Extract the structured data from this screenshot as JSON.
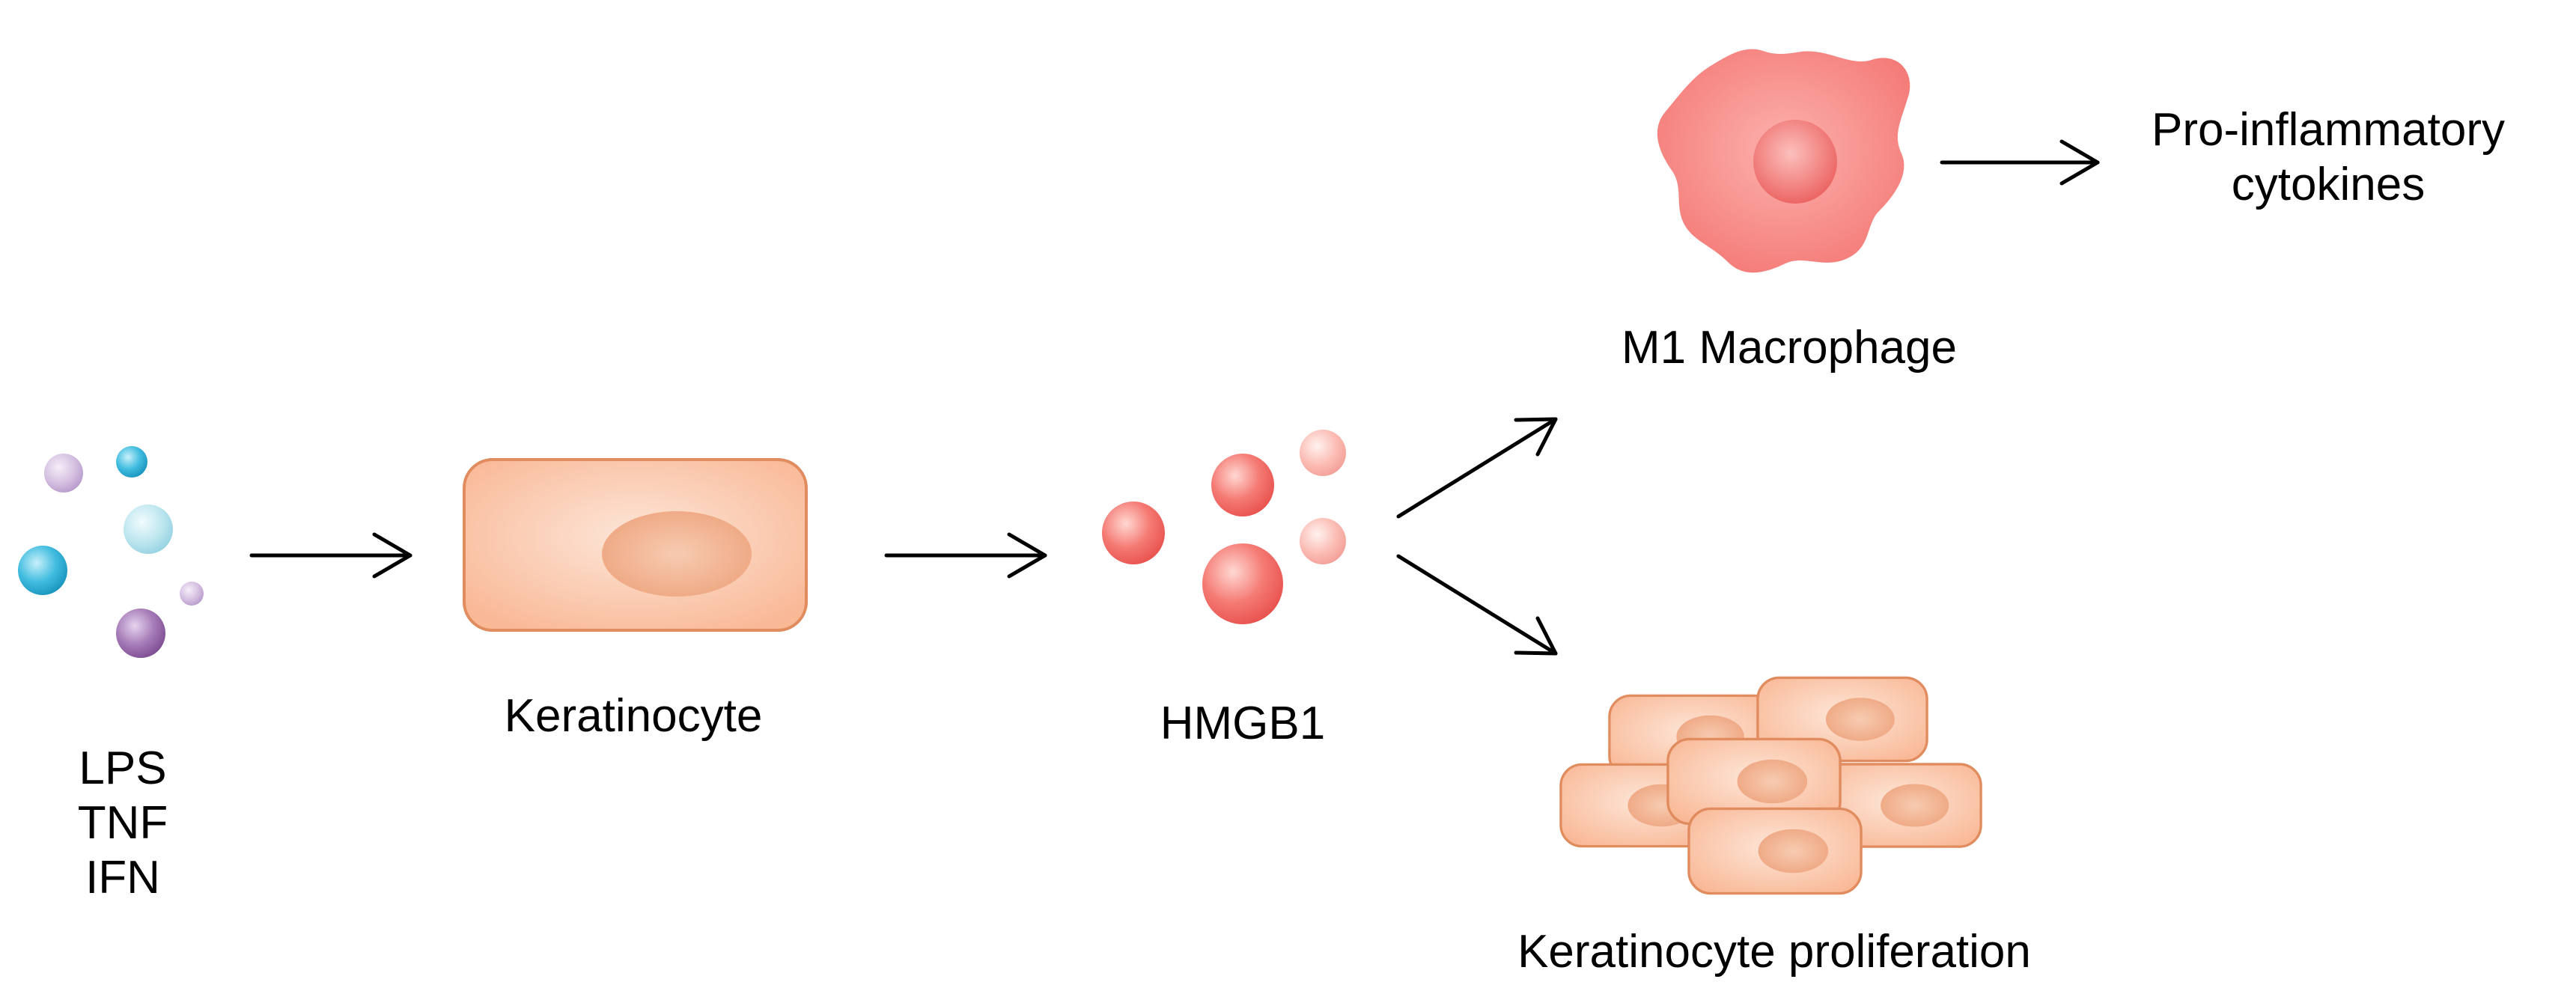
{
  "stimuli": {
    "lines": [
      "LPS",
      "TNF",
      "IFN"
    ]
  },
  "keratinocyte": {
    "label": "Keratinocyte"
  },
  "hmgb1": {
    "label": "HMGB1"
  },
  "macrophage": {
    "label": "M1 Macrophage"
  },
  "cytokines": {
    "lines": [
      "Pro-inflammatory",
      "cytokines"
    ]
  },
  "proliferation": {
    "label": "Keratinocyte proliferation"
  },
  "colors": {
    "arrow": "#000000",
    "cell_fill": "#fbc3a3",
    "cell_stroke": "#e0895a",
    "nucleus": "#f0a27a",
    "macrophage_fill": "#f47d7b",
    "macrophage_nucleus": "#ec6465",
    "hmgb1": "#f4625f",
    "stimulus_purple": "#8a5a9c",
    "stimulus_cyan": "#2aaad0",
    "stimulus_light_cyan": "#a6dbe8",
    "stimulus_light_purple": "#c8aed6"
  }
}
